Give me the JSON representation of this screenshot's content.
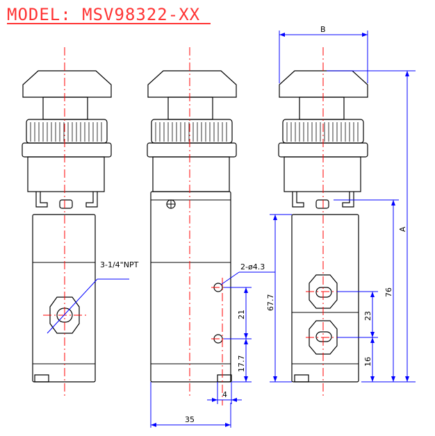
{
  "title": "MODEL: MSV98322-XX",
  "labels": {
    "port": "3-1/4\"NPT",
    "holes": "2-ø4.3",
    "dim_b": "B",
    "dim_a": "A",
    "dim_76": "76",
    "dim_67_7": "67.7",
    "dim_23": "23",
    "dim_16": "16",
    "dim_21": "21",
    "dim_17_7": "17.7",
    "dim_4": "4",
    "dim_35": "35"
  },
  "colors": {
    "title": "#ff3333",
    "dimension": "#0000ff",
    "centerline": "#ff0000",
    "outline": "#000000"
  }
}
